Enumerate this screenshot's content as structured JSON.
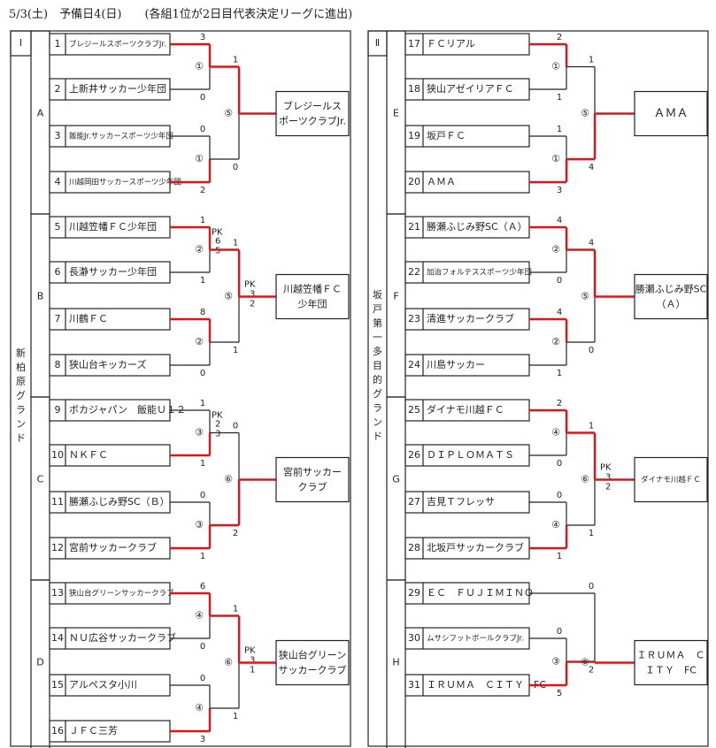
{
  "header": {
    "title": "5/3(土)　予備日4(日)　　(各組1位が2日目代表決定リーグに進出)"
  },
  "sections": [
    {
      "roman": "Ⅰ",
      "venue": [
        "新",
        "柏",
        "原",
        "グ",
        "ラ",
        "ン",
        "ド"
      ],
      "groups": [
        {
          "letter": "A",
          "teams": [
            {
              "no": "1",
              "name": "ブレジールスポーツクラブJr.",
              "small": true
            },
            {
              "no": "2",
              "name": "上新井サッカー少年団"
            },
            {
              "no": "3",
              "name": "飯能Jr.サッカースポーツ少年団",
              "small": true
            },
            {
              "no": "4",
              "name": "川越岡田サッカースポーツ少年団",
              "small": true
            }
          ],
          "m1": {
            "no": "①",
            "top": "3",
            "bot": "0",
            "win": "top"
          },
          "m2": {
            "no": "①",
            "top": "0",
            "bot": "2",
            "win": "bot"
          },
          "final": {
            "no": "⑤",
            "top": "1",
            "bot": "0",
            "win": "top"
          },
          "winner": [
            "ブレジールス",
            "ポーツクラブJr."
          ]
        },
        {
          "letter": "B",
          "teams": [
            {
              "no": "5",
              "name": "川越笠幡ＦＣ少年団"
            },
            {
              "no": "6",
              "name": "長瀞サッカー少年団"
            },
            {
              "no": "7",
              "name": "川鶴ＦＣ"
            },
            {
              "no": "8",
              "name": "狭山台キッカーズ"
            }
          ],
          "m1": {
            "no": "②",
            "top": "1",
            "bot": "1",
            "win": "top",
            "pk": {
              "label": "PK",
              "a": "6",
              "b": "5"
            }
          },
          "m2": {
            "no": "②",
            "top": "8",
            "bot": "0",
            "win": "top"
          },
          "final": {
            "no": "⑤",
            "top": "1",
            "bot": "1",
            "win": "top",
            "pk": {
              "label": "PK",
              "a": "3",
              "b": "2"
            }
          },
          "winner": [
            "川越笠幡ＦＣ",
            "少年団"
          ]
        },
        {
          "letter": "C",
          "teams": [
            {
              "no": "9",
              "name": "ボカジャパン　飯能Ｕ１２"
            },
            {
              "no": "10",
              "name": "ＮＫＦＣ"
            },
            {
              "no": "11",
              "name": "勝瀬ふじみ野SC（Ｂ）"
            },
            {
              "no": "12",
              "name": "宮前サッカークラブ"
            }
          ],
          "m1": {
            "no": "③",
            "top": "1",
            "bot": "1",
            "win": "bot",
            "pk": {
              "label": "PK",
              "a": "2",
              "b": "3"
            }
          },
          "m2": {
            "no": "③",
            "top": "0",
            "bot": "1",
            "win": "bot"
          },
          "final": {
            "no": "⑥",
            "top": "0",
            "bot": "2",
            "win": "bot"
          },
          "winner": [
            "宮前サッカー",
            "クラブ"
          ]
        },
        {
          "letter": "D",
          "teams": [
            {
              "no": "13",
              "name": "狭山台グリーンサッカークラブ",
              "small": true
            },
            {
              "no": "14",
              "name": "ＮＵ広谷サッカークラブ"
            },
            {
              "no": "15",
              "name": "アルペスタ小川"
            },
            {
              "no": "16",
              "name": "ＪＦＣ三芳"
            }
          ],
          "m1": {
            "no": "④",
            "top": "6",
            "bot": "0",
            "win": "top"
          },
          "m2": {
            "no": "④",
            "top": "0",
            "bot": "3",
            "win": "bot"
          },
          "final": {
            "no": "⑥",
            "top": "1",
            "bot": "1",
            "win": "top",
            "pk": {
              "label": "PK",
              "a": "3",
              "b": "1"
            }
          },
          "winner": [
            "狭山台グリーン",
            "サッカークラブ"
          ]
        }
      ]
    },
    {
      "roman": "Ⅱ",
      "venue": [
        "坂",
        "戸",
        "第",
        "一",
        "多",
        "目",
        "的",
        "グ",
        "ラ",
        "ン",
        "ド"
      ],
      "groups": [
        {
          "letter": "E",
          "teams": [
            {
              "no": "17",
              "name": "ＦＣリアル"
            },
            {
              "no": "18",
              "name": "狭山アゼイリアＦＣ"
            },
            {
              "no": "19",
              "name": "坂戸ＦＣ"
            },
            {
              "no": "20",
              "name": "ＡＭＡ"
            }
          ],
          "m1": {
            "no": "①",
            "top": "2",
            "bot": "1",
            "win": "top"
          },
          "m2": {
            "no": "①",
            "top": "1",
            "bot": "3",
            "win": "bot"
          },
          "final": {
            "no": "⑤",
            "top": "1",
            "bot": "4",
            "win": "bot"
          },
          "winner": [
            "ＡＭＡ"
          ],
          "winner_big": true
        },
        {
          "letter": "F",
          "teams": [
            {
              "no": "21",
              "name": "勝瀬ふじみ野SC（Ａ）"
            },
            {
              "no": "22",
              "name": "加治フォルテススポーツ少年団",
              "small": true
            },
            {
              "no": "23",
              "name": "清進サッカークラブ"
            },
            {
              "no": "24",
              "name": "川島サッカー"
            }
          ],
          "m1": {
            "no": "②",
            "top": "4",
            "bot": "0",
            "win": "top"
          },
          "m2": {
            "no": "②",
            "top": "4",
            "bot": "1",
            "win": "top"
          },
          "final": {
            "no": "⑤",
            "top": "4",
            "bot": "0",
            "win": "top"
          },
          "winner": [
            "勝瀬ふじみ野SC",
            "（Ａ）"
          ]
        },
        {
          "letter": "G",
          "teams": [
            {
              "no": "25",
              "name": "ダイナモ川越ＦＣ"
            },
            {
              "no": "26",
              "name": "ＤＩＰＬＯＭＡＴＳ"
            },
            {
              "no": "27",
              "name": "吉見Ｔフレッサ"
            },
            {
              "no": "28",
              "name": "北坂戸サッカークラブ"
            }
          ],
          "m1": {
            "no": "④",
            "top": "2",
            "bot": "0",
            "win": "top"
          },
          "m2": {
            "no": "④",
            "top": "0",
            "bot": "1",
            "win": "bot"
          },
          "final": {
            "no": "⑥",
            "top": "1",
            "bot": "1",
            "win": "top",
            "pk": {
              "label": "PK",
              "a": "3",
              "b": "2"
            }
          },
          "winner": [
            "ダイナモ川越ＦＣ"
          ],
          "winner_small": true
        },
        {
          "letter": "H",
          "teams": [
            {
              "no": "29",
              "name": "ＥＣ　ＦＵＪＩＭＩＮＯ"
            },
            {
              "no": "30",
              "name": "ムサシフットボールクラブJr.",
              "small": true
            },
            {
              "no": "31",
              "name": "ＩＲＵＭＡ　ＣＩＴＹ　FC"
            }
          ],
          "m2": {
            "no": "③",
            "top": "0",
            "bot": "5",
            "win": "bot"
          },
          "final": {
            "no": "⑥",
            "top": "0",
            "bot": "2",
            "win": "bot"
          },
          "winner": [
            "ＩＲＵＭＡ　Ｃ",
            "ＩＴＹ　FC"
          ]
        }
      ]
    }
  ]
}
